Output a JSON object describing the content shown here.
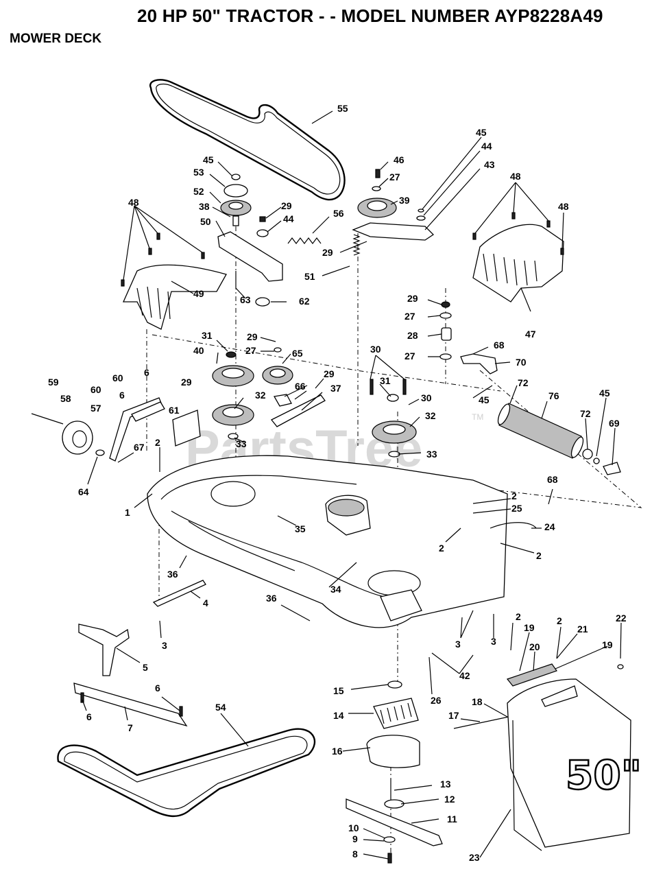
{
  "header": {
    "title": "20 HP 50\" TRACTOR - - MODEL NUMBER AYP8228A49",
    "section": "MOWER DECK"
  },
  "watermark": {
    "text": "PartsTree",
    "trademark": "TM"
  },
  "deck_badge": "50\"",
  "callouts": [
    {
      "id": "c55a",
      "text": "55"
    },
    {
      "id": "c45a",
      "text": "45"
    },
    {
      "id": "c53",
      "text": "53"
    },
    {
      "id": "c52",
      "text": "52"
    },
    {
      "id": "c38",
      "text": "38"
    },
    {
      "id": "c50",
      "text": "50"
    },
    {
      "id": "c29a",
      "text": "29"
    },
    {
      "id": "c44a",
      "text": "44"
    },
    {
      "id": "c56",
      "text": "56"
    },
    {
      "id": "c46",
      "text": "46"
    },
    {
      "id": "c27a",
      "text": "27"
    },
    {
      "id": "c39",
      "text": "39"
    },
    {
      "id": "c45b",
      "text": "45"
    },
    {
      "id": "c44b",
      "text": "44"
    },
    {
      "id": "c43",
      "text": "43"
    },
    {
      "id": "c29b",
      "text": "29"
    },
    {
      "id": "c51",
      "text": "51"
    },
    {
      "id": "c48a",
      "text": "48"
    },
    {
      "id": "c48b",
      "text": "48"
    },
    {
      "id": "c48c",
      "text": "48"
    },
    {
      "id": "c49",
      "text": "49"
    },
    {
      "id": "c63",
      "text": "63"
    },
    {
      "id": "c62",
      "text": "62"
    },
    {
      "id": "c47",
      "text": "47"
    },
    {
      "id": "c29c",
      "text": "29"
    },
    {
      "id": "c27b",
      "text": "27"
    },
    {
      "id": "c28",
      "text": "28"
    },
    {
      "id": "c27c",
      "text": "27"
    },
    {
      "id": "c68a",
      "text": "68"
    },
    {
      "id": "c70",
      "text": "70"
    },
    {
      "id": "c31a",
      "text": "31"
    },
    {
      "id": "c29d",
      "text": "29"
    },
    {
      "id": "c40",
      "text": "40"
    },
    {
      "id": "c27d",
      "text": "27"
    },
    {
      "id": "c65",
      "text": "65"
    },
    {
      "id": "c30a",
      "text": "30"
    },
    {
      "id": "c59",
      "text": "59"
    },
    {
      "id": "c60a",
      "text": "60"
    },
    {
      "id": "c6a",
      "text": "6"
    },
    {
      "id": "c29e",
      "text": "29"
    },
    {
      "id": "c60b",
      "text": "60"
    },
    {
      "id": "c6b",
      "text": "6"
    },
    {
      "id": "c58",
      "text": "58"
    },
    {
      "id": "c57",
      "text": "57"
    },
    {
      "id": "c61",
      "text": "61"
    },
    {
      "id": "c66",
      "text": "66"
    },
    {
      "id": "c29f",
      "text": "29"
    },
    {
      "id": "c37",
      "text": "37"
    },
    {
      "id": "c32a",
      "text": "32"
    },
    {
      "id": "c31b",
      "text": "31"
    },
    {
      "id": "c30b",
      "text": "30"
    },
    {
      "id": "c45c",
      "text": "45"
    },
    {
      "id": "c72a",
      "text": "72"
    },
    {
      "id": "c76",
      "text": "76"
    },
    {
      "id": "c45d",
      "text": "45"
    },
    {
      "id": "c32b",
      "text": "32"
    },
    {
      "id": "c72b",
      "text": "72"
    },
    {
      "id": "c69",
      "text": "69"
    },
    {
      "id": "c2a",
      "text": "2"
    },
    {
      "id": "c67",
      "text": "67"
    },
    {
      "id": "c33a",
      "text": "33"
    },
    {
      "id": "c33b",
      "text": "33"
    },
    {
      "id": "c64",
      "text": "64"
    },
    {
      "id": "c1",
      "text": "1"
    },
    {
      "id": "c68b",
      "text": "68"
    },
    {
      "id": "c2b",
      "text": "2"
    },
    {
      "id": "c25",
      "text": "25"
    },
    {
      "id": "c35",
      "text": "35"
    },
    {
      "id": "c24",
      "text": "24"
    },
    {
      "id": "c2c",
      "text": "2"
    },
    {
      "id": "c2d",
      "text": "2"
    },
    {
      "id": "c36a",
      "text": "36"
    },
    {
      "id": "c4",
      "text": "4"
    },
    {
      "id": "c34",
      "text": "34"
    },
    {
      "id": "c36b",
      "text": "36"
    },
    {
      "id": "c3a",
      "text": "3"
    },
    {
      "id": "c3b",
      "text": "3"
    },
    {
      "id": "c3c",
      "text": "3"
    },
    {
      "id": "c2e",
      "text": "2"
    },
    {
      "id": "c2f",
      "text": "2"
    },
    {
      "id": "c21",
      "text": "21"
    },
    {
      "id": "c22",
      "text": "22"
    },
    {
      "id": "c19a",
      "text": "19"
    },
    {
      "id": "c20",
      "text": "20"
    },
    {
      "id": "c19b",
      "text": "19"
    },
    {
      "id": "c5",
      "text": "5"
    },
    {
      "id": "c42",
      "text": "42"
    },
    {
      "id": "c26",
      "text": "26"
    },
    {
      "id": "c15",
      "text": "15"
    },
    {
      "id": "c6c",
      "text": "6"
    },
    {
      "id": "c6d",
      "text": "6"
    },
    {
      "id": "c7",
      "text": "7"
    },
    {
      "id": "c54",
      "text": "54"
    },
    {
      "id": "c14",
      "text": "14"
    },
    {
      "id": "c18",
      "text": "18"
    },
    {
      "id": "c17",
      "text": "17"
    },
    {
      "id": "c16",
      "text": "16"
    },
    {
      "id": "c13",
      "text": "13"
    },
    {
      "id": "c12",
      "text": "12"
    },
    {
      "id": "c11",
      "text": "11"
    },
    {
      "id": "c10",
      "text": "10"
    },
    {
      "id": "c9",
      "text": "9"
    },
    {
      "id": "c8",
      "text": "8"
    },
    {
      "id": "c23",
      "text": "23"
    }
  ]
}
